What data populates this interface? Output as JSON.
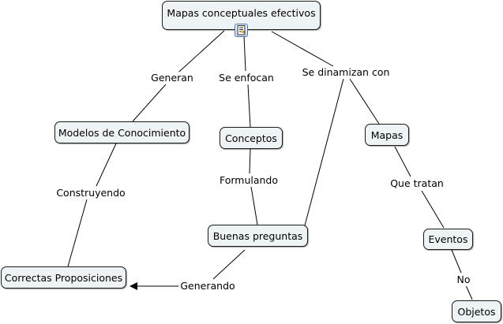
{
  "nodes": {
    "mapas_efectivos": "Mapas conceptuales efectivos",
    "modelos": "Modelos de Conocimiento",
    "conceptos": "Conceptos",
    "mapas": "Mapas",
    "buenas_preguntas": "Buenas preguntas",
    "eventos": "Eventos",
    "correctas": "Correctas Proposiciones",
    "objetos": "Objetos"
  },
  "links": {
    "generan": "Generan",
    "se_enfocan": "Se enfocan",
    "se_dinamizan": "Se  dinamizan con",
    "construyendo": "Construyendo",
    "formulando": "Formulando",
    "que_tratan": "Que tratan",
    "generando": "Generando",
    "no": "No"
  },
  "icons": {
    "resource": "document-icon"
  },
  "colors": {
    "node_fill": "#eef3f5",
    "node_border": "#1a1a1a",
    "line": "#000000"
  }
}
